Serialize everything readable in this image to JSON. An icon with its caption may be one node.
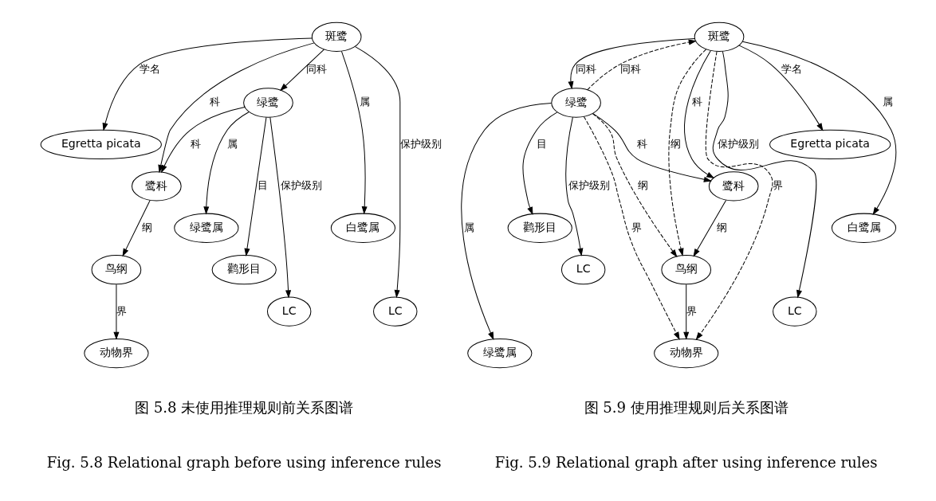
{
  "diagram": {
    "nodes": [
      {
        "text": [
          "鹭科"
        ]
      },
      {
        "text": [
          "Egretta picata"
        ]
      },
      {
        "text": [
          "绿鹭属"
        ]
      },
      {
        "text": [
          "斑鹭"
        ]
      },
      {
        "text": [
          "绿鹭"
        ]
      },
      {
        "text": [
          "白鹭属"
        ]
      },
      {
        "text": [
          "鹳形目"
        ]
      },
      {
        "text": [
          "鸟纲"
        ]
      },
      {
        "text": [
          "LC"
        ]
      },
      {
        "text": [
          "LC"
        ]
      },
      {
        "text": [
          "动物界"
        ]
      },
      {
        "text": [
          "鹭科"
        ]
      },
      {
        "text": [
          "Egretta picata"
        ]
      },
      {
        "text": [
          "绿鹭属"
        ]
      },
      {
        "text": [
          "斑鹭"
        ]
      },
      {
        "text": [
          "绿鹭"
        ]
      },
      {
        "text": [
          "白鹭属"
        ]
      },
      {
        "text": [
          "鹳形目"
        ]
      },
      {
        "text": [
          "鸟纲"
        ]
      },
      {
        "text": [
          "LC"
        ]
      },
      {
        "text": [
          "LC"
        ]
      },
      {
        "text": [
          "动物界"
        ]
      }
    ],
    "edges": [
      {
        "from": 3,
        "to": 1,
        "arrow": "to",
        "label": "学名"
      },
      {
        "from": 3,
        "to": 0,
        "arrow": "to",
        "label": "科"
      },
      {
        "from": 3,
        "to": 5,
        "arrow": "to",
        "label": "属"
      },
      {
        "from": 3,
        "to": 8,
        "arrow": "to",
        "label": "保护级别"
      },
      {
        "from": 3,
        "to": 4,
        "arrow": "to",
        "label": "同科"
      },
      {
        "from": 4,
        "to": 0,
        "arrow": "to",
        "label": "科"
      },
      {
        "from": 4,
        "to": 2,
        "arrow": "to",
        "label": "属"
      },
      {
        "from": 4,
        "to": 6,
        "arrow": "to",
        "label": "目"
      },
      {
        "from": 4,
        "to": 9,
        "arrow": "to",
        "label": "保护级别"
      },
      {
        "from": 0,
        "to": 7,
        "arrow": "to",
        "label": "纲"
      },
      {
        "from": 7,
        "to": 10,
        "arrow": "to",
        "label": "界"
      },
      {
        "from": 14,
        "to": 12,
        "arrow": "to",
        "label": "学名"
      },
      {
        "from": 14,
        "to": 11,
        "arrow": "to",
        "label": "科"
      },
      {
        "from": 14,
        "to": 16,
        "arrow": "to",
        "label": "属"
      },
      {
        "from": 14,
        "to": 19,
        "arrow": "to",
        "label": "保护级别"
      },
      {
        "from": 14,
        "to": 15,
        "arrow": "to",
        "label": "同科"
      },
      {
        "from": 15,
        "to": 11,
        "arrow": "to",
        "label": "科"
      },
      {
        "from": 15,
        "to": 13,
        "arrow": "to",
        "label": "属"
      },
      {
        "from": 15,
        "to": 17,
        "arrow": "to",
        "label": "目"
      },
      {
        "from": 15,
        "to": 20,
        "arrow": "to",
        "label": "保护级别"
      },
      {
        "from": 11,
        "to": 18,
        "arrow": "to",
        "label": "纲"
      },
      {
        "from": 18,
        "to": 21,
        "arrow": "to",
        "label": "界"
      },
      {
        "from": 14,
        "to": 18,
        "arrow": "to",
        "label": "纲",
        "style": "dashed"
      },
      {
        "from": 14,
        "to": 21,
        "arrow": "to",
        "label": "界",
        "style": "dashed"
      },
      {
        "from": 15,
        "to": 14,
        "arrow": "to",
        "label": "同科",
        "style": "dashed"
      },
      {
        "from": 15,
        "to": 18,
        "arrow": "to",
        "label": "纲",
        "style": "dashed"
      },
      {
        "from": 15,
        "to": 21,
        "arrow": "to",
        "label": "界",
        "style": "dashed"
      }
    ],
    "labels": [
      "图 5.8 未使用推理规则前关系图谱",
      "Fig. 5.8 Relational graph before using inference rules",
      "图 5.9 使用推理规则后关系图谱",
      "Fig. 5.9 Relational graph after using inference rules"
    ]
  }
}
